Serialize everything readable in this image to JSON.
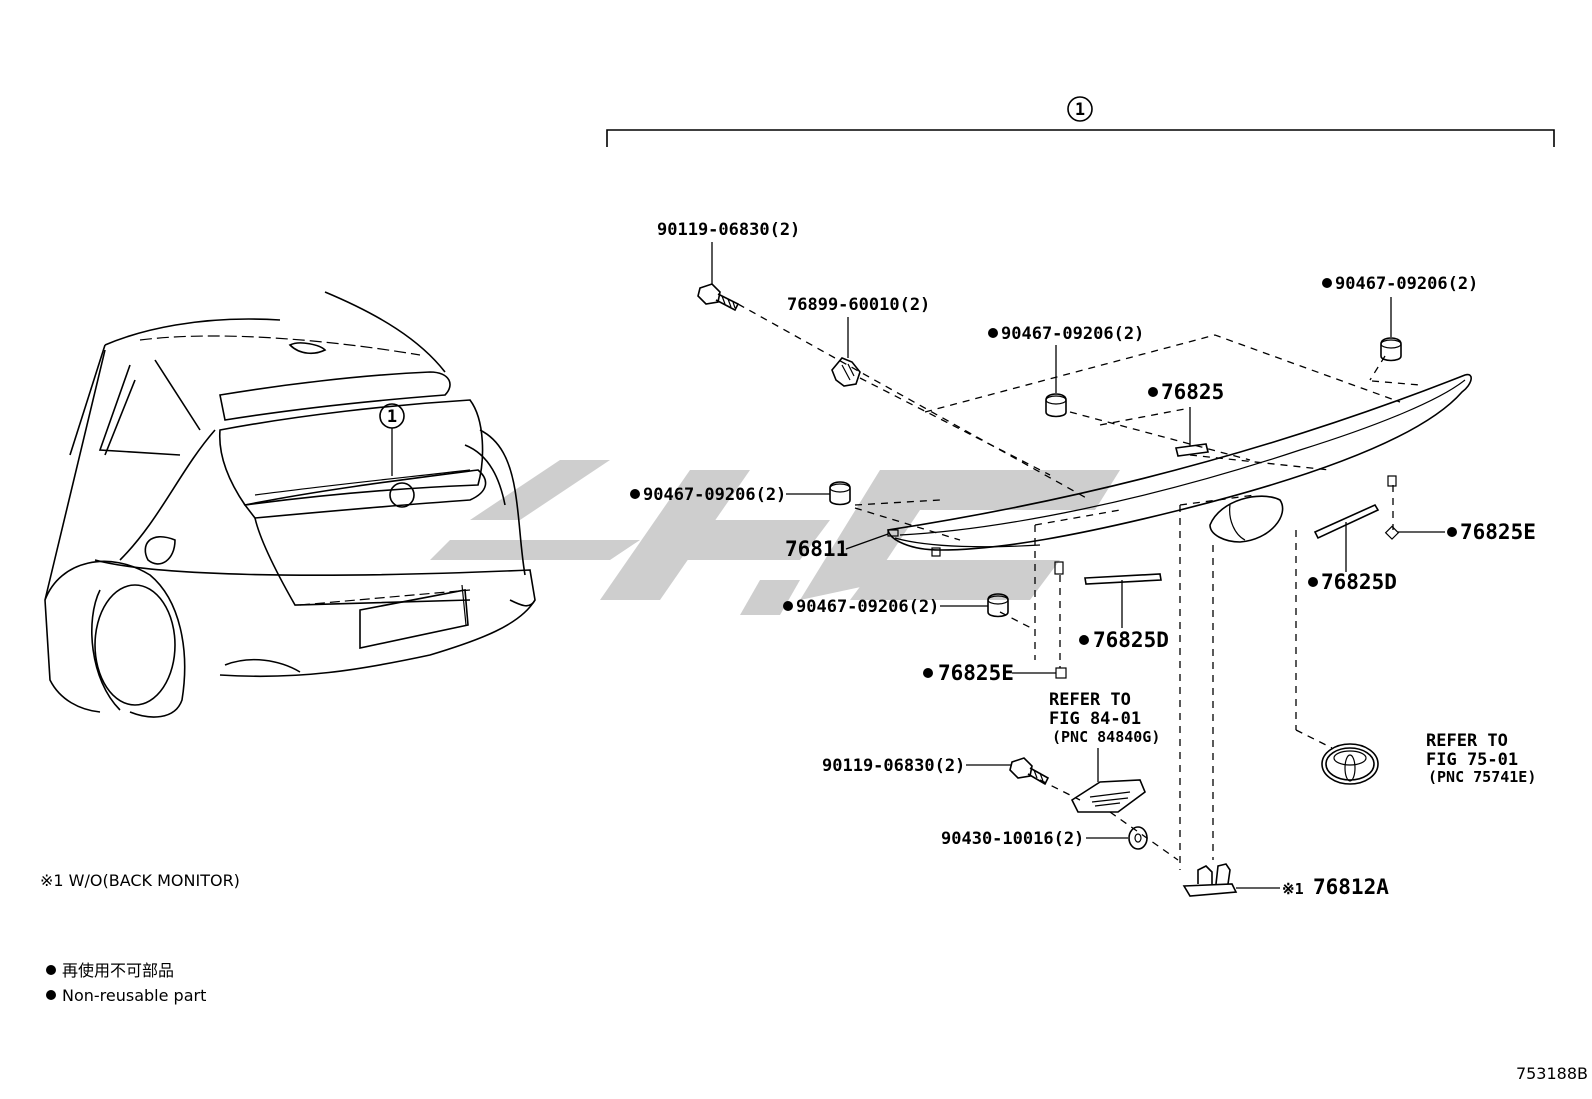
{
  "assembly_callout": "1",
  "car_callout": "1",
  "labels": {
    "bolt_top": "90119-06830(2)",
    "clip": "76899-60010(2)",
    "nut_upper_mid": "90467-09206(2)",
    "nut_top_right": "90467-09206(2)",
    "nut_left": "90467-09206(2)",
    "nut_lower": "90467-09206(2)",
    "plate": "76825",
    "garnish": "76811",
    "pad_right": "76825E",
    "pad_lower": "76825E",
    "strip_right": "76825D",
    "strip_lower": "76825D",
    "bolt_lower": "90119-06830(2)",
    "washer": "90430-10016(2)",
    "bracket": "76812A",
    "bracket_prefix": "※1"
  },
  "refer_light": {
    "line1": "REFER TO",
    "line2": "FIG 84-01",
    "line3": "(PNC 84840G)"
  },
  "refer_emblem": {
    "line1": "REFER TO",
    "line2": "FIG 75-01",
    "line3": "(PNC 75741E)"
  },
  "notes": {
    "condition": "※1 W/O(BACK MONITOR)",
    "legend_jp": "再使用不可部品",
    "legend_en": "Non-reusable part"
  },
  "figure_code": "753188B",
  "watermark_color": "#c9c9c9"
}
